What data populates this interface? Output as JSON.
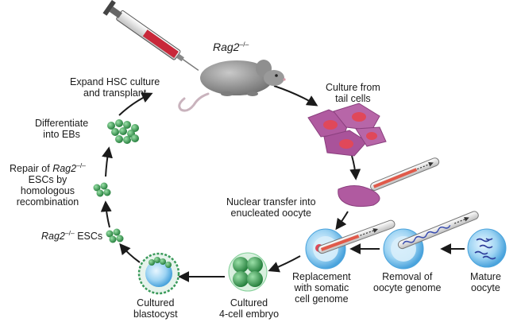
{
  "labels": {
    "rag2": {
      "gene": "Rag2",
      "sup": "–/–"
    },
    "expand_hsc": {
      "line1": "Expand HSC culture",
      "line2": "and transplant"
    },
    "culture_tail": {
      "line1": "Culture from",
      "line2": "tail cells"
    },
    "differentiate": {
      "line1": "Differentiate",
      "line2": "into EBs"
    },
    "repair": {
      "pre": "Repair of ",
      "gene": "Rag2",
      "sup": "–/–",
      "line2": "ESCs by",
      "line3": "homologous",
      "line4": "recombination"
    },
    "escs": {
      "gene": "Rag2",
      "sup": "–/–",
      "post": " ESCs"
    },
    "nuclear_transfer": {
      "line1": "Nuclear transfer into",
      "line2": "enucleated oocyte"
    },
    "replacement": {
      "line1": "Replacement",
      "line2": "with somatic",
      "line3": "cell genome"
    },
    "removal": {
      "line1": "Removal of",
      "line2": "oocyte genome"
    },
    "mature": {
      "line1": "Mature",
      "line2": "oocyte"
    },
    "blastocyst": {
      "line1": "Cultured",
      "line2": "blastocyst"
    },
    "embryo": {
      "line1": "Cultured",
      "line2": "4-cell embryo"
    }
  },
  "icons": [
    "syringe-icon",
    "mouse-icon",
    "tail-cells-icon",
    "single-cell-icon",
    "pipette-icon",
    "oocyte-icon",
    "blastocyst-icon",
    "four-cell-embryo-icon",
    "esc-cluster-icon",
    "embryoid-body-icon"
  ],
  "colors": {
    "arrow": "#1a1a1a",
    "cell_purple": "#b05aa0",
    "nucleus_red": "#e0485a",
    "oocyte_blue": "#5fb3e6",
    "esc_green": "#2f9a4a",
    "mouse_gray": "#8e8e8e"
  }
}
